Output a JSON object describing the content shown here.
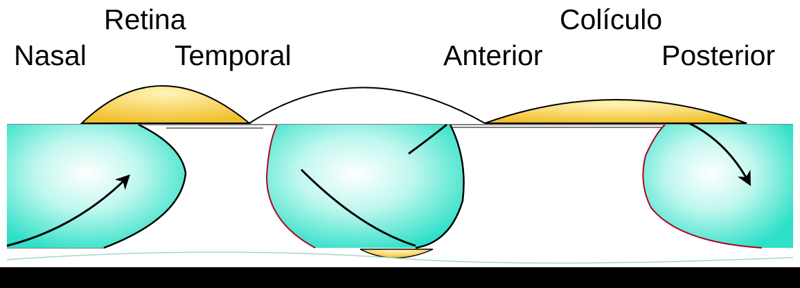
{
  "labels": {
    "retina": "Retina",
    "coliculo": "Colículo",
    "nasal": "Nasal",
    "temporal": "Temporal",
    "anterior": "Anterior",
    "posterior": "Posterior"
  },
  "colors": {
    "lobe_fill": "#3be8d2",
    "lobe_highlight": "#ffffff",
    "cap_fill": "#f3c630",
    "cap_highlight": "#fff4b8",
    "outline": "#000000",
    "rim": "#b00020",
    "bottom_bar": "#000000"
  },
  "icons": [
    "arrow-icon"
  ]
}
